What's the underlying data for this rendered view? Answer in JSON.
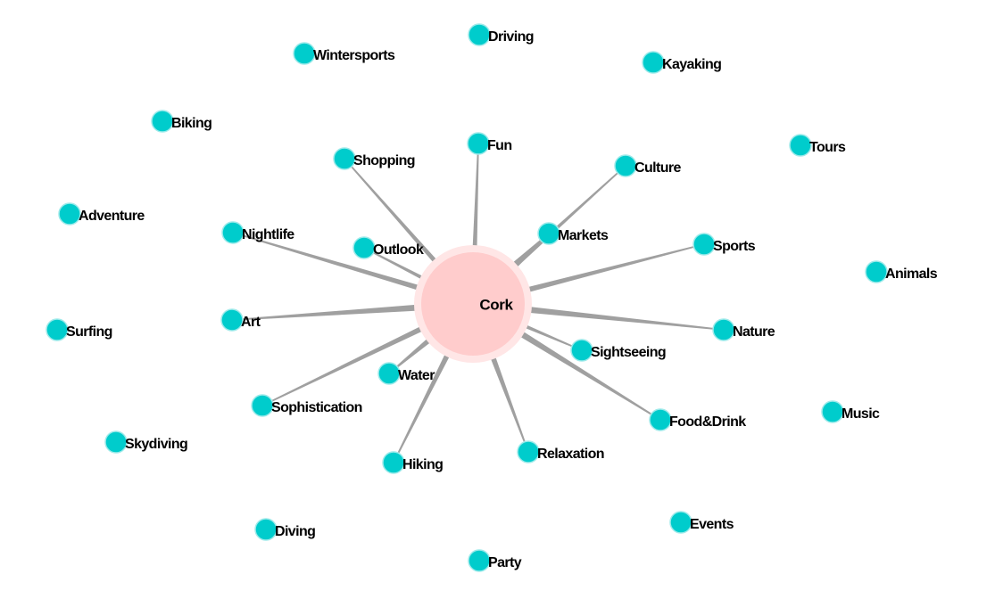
{
  "colors": {
    "node": "#00cccc",
    "node_outline": "#9eeaea",
    "center_node": "#ffcccc",
    "center_halo": "#ffe6e6",
    "edge": "#a0a0a0",
    "label": "#000000"
  },
  "center": {
    "label": "Cork"
  },
  "nodes": [
    {
      "label": "Driving",
      "connected": false
    },
    {
      "label": "Wintersports",
      "connected": false
    },
    {
      "label": "Kayaking",
      "connected": false
    },
    {
      "label": "Biking",
      "connected": false
    },
    {
      "label": "Fun",
      "connected": true
    },
    {
      "label": "Shopping",
      "connected": true
    },
    {
      "label": "Culture",
      "connected": true
    },
    {
      "label": "Tours",
      "connected": false
    },
    {
      "label": "Adventure",
      "connected": false
    },
    {
      "label": "Nightlife",
      "connected": true
    },
    {
      "label": "Markets",
      "connected": true
    },
    {
      "label": "Outlook",
      "connected": true
    },
    {
      "label": "Sports",
      "connected": true
    },
    {
      "label": "Animals",
      "connected": false
    },
    {
      "label": "Art",
      "connected": true
    },
    {
      "label": "Surfing",
      "connected": false
    },
    {
      "label": "Nature",
      "connected": true
    },
    {
      "label": "Sightseeing",
      "connected": true
    },
    {
      "label": "Water",
      "connected": true
    },
    {
      "label": "Sophistication",
      "connected": true
    },
    {
      "label": "Music",
      "connected": false
    },
    {
      "label": "Food&Drink",
      "connected": true
    },
    {
      "label": "Skydiving",
      "connected": false
    },
    {
      "label": "Relaxation",
      "connected": true
    },
    {
      "label": "Hiking",
      "connected": true
    },
    {
      "label": "Events",
      "connected": false
    },
    {
      "label": "Diving",
      "connected": false
    },
    {
      "label": "Party",
      "connected": false
    }
  ]
}
